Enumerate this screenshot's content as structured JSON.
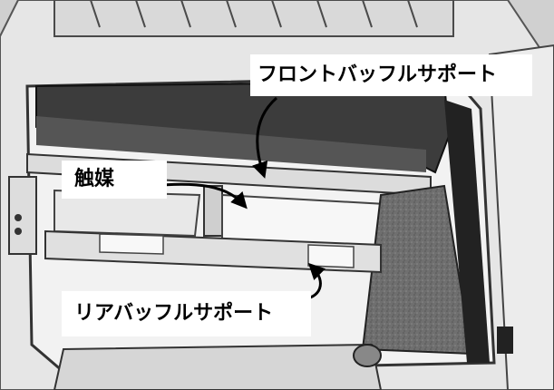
{
  "labels": {
    "front_baffle_support": "フロントバッフルサポート",
    "catalyst": "触媒",
    "rear_baffle_support": "リアバッフルサポート"
  },
  "colors": {
    "background": "#ffffff",
    "housing_light": "#e4e4e4",
    "housing_mid": "#bdbdbd",
    "frame_dark": "#3a3a3a",
    "insulation": "#6f6f6f",
    "arrow": "#000000"
  }
}
